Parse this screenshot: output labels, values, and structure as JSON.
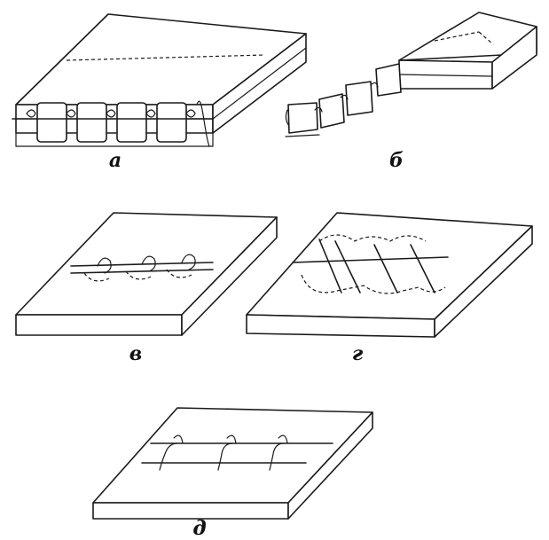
{
  "figure": {
    "panels": [
      {
        "id": "a",
        "label": "а"
      },
      {
        "id": "b",
        "label": "б"
      },
      {
        "id": "v",
        "label": "в"
      },
      {
        "id": "g",
        "label": "г"
      },
      {
        "id": "d",
        "label": "д"
      }
    ],
    "ink_color": "#1a1a1a",
    "background": "#ffffff"
  }
}
